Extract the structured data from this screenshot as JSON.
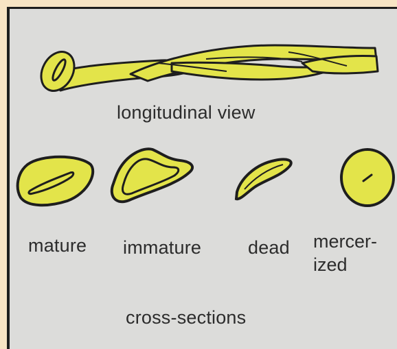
{
  "diagram": {
    "view_label": "longitudinal view",
    "section_title": "cross-sections",
    "cross_sections": [
      {
        "label": "mature"
      },
      {
        "label": "immature"
      },
      {
        "label": "dead"
      },
      {
        "label": "mercer-\nized"
      }
    ],
    "colors": {
      "fiber_fill": "#e3e44a",
      "outline": "#1e1e1e",
      "background": "#dcdcda",
      "border": "#f7e4c4"
    }
  }
}
